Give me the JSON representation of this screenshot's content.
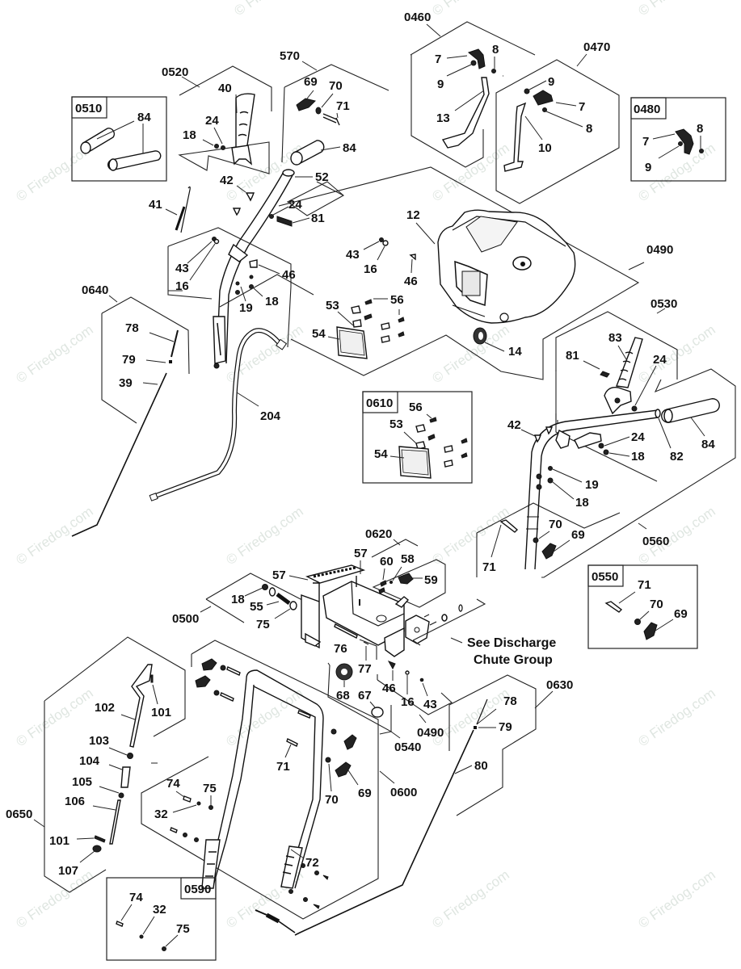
{
  "title": "Snow Thrower Handle, Controls & Light Assembly Parts Diagram",
  "watermark": "© Firedog.com",
  "note": {
    "line1": "See Discharge",
    "line2": "Chute Group"
  },
  "groups": [
    {
      "id": "0460",
      "boxed": false
    },
    {
      "id": "0470",
      "boxed": false
    },
    {
      "id": "0480",
      "boxed": true
    },
    {
      "id": "0490",
      "boxed": false
    },
    {
      "id": "0500",
      "boxed": false
    },
    {
      "id": "0510",
      "boxed": true
    },
    {
      "id": "0520",
      "boxed": false
    },
    {
      "id": "0530",
      "boxed": false
    },
    {
      "id": "0540",
      "boxed": false
    },
    {
      "id": "0550",
      "boxed": true
    },
    {
      "id": "0560",
      "boxed": false
    },
    {
      "id": "570",
      "boxed": false
    },
    {
      "id": "0590",
      "boxed": true
    },
    {
      "id": "0600",
      "boxed": false
    },
    {
      "id": "0610",
      "boxed": true
    },
    {
      "id": "0620",
      "boxed": false
    },
    {
      "id": "0630",
      "boxed": false
    },
    {
      "id": "0640",
      "boxed": false
    },
    {
      "id": "0650",
      "boxed": false
    },
    {
      "id": "0490b",
      "label": "0490",
      "boxed": false
    }
  ],
  "group_labels": {
    "g0460": "0460",
    "g0470": "0470",
    "g0480": "0480",
    "g0490": "0490",
    "g0490b": "0490",
    "g0500": "0500",
    "g0510": "0510",
    "g0520": "0520",
    "g0530": "0530",
    "g0540": "0540",
    "g0550": "0550",
    "g0560": "0560",
    "g570": "570",
    "g0590": "0590",
    "g0600": "0600",
    "g0610": "0610",
    "g0620": "0620",
    "g0630": "0630",
    "g0640": "0640",
    "g0650": "0650"
  },
  "callouts": {
    "c0460_7": "7",
    "c0460_8": "8",
    "c0460_9": "9",
    "c0460_13": "13",
    "c0470_9": "9",
    "c0470_7": "7",
    "c0470_8": "8",
    "c0470_10": "10",
    "c0480_8": "8",
    "c0480_7": "7",
    "c0480_9": "9",
    "c0510_84": "84",
    "c0520_40": "40",
    "c0520_24": "24",
    "c0520_18": "18",
    "c570_69": "69",
    "c570_70": "70",
    "c570_71": "71",
    "c570_84": "84",
    "c52": "52",
    "c42a": "42",
    "c41": "41",
    "c24a": "24",
    "c81a": "81",
    "c43a": "43",
    "c16a": "16",
    "c46a": "46",
    "c19a": "19",
    "c18a": "18",
    "c12": "12",
    "c43b": "43",
    "c16b": "16",
    "c46b": "46",
    "c53a": "53",
    "c56a": "56",
    "c54a": "54",
    "c14": "14",
    "c0640_78": "78",
    "c0640_79": "79",
    "c0640_39": "39",
    "c204": "204",
    "c0610_56": "56",
    "c0610_53": "53",
    "c0610_54": "54",
    "c0530_83": "83",
    "c0530_81": "81",
    "c0530_24": "24",
    "c42b": "42",
    "c24b": "24",
    "c18b": "18",
    "c82": "82",
    "c84b": "84",
    "c19b": "19",
    "c18c": "18",
    "c71a": "71",
    "c70a": "70",
    "c69a": "69",
    "c0550_71": "71",
    "c0550_70": "70",
    "c0550_69": "69",
    "c57a": "57",
    "c57b": "57",
    "c60": "60",
    "c58": "58",
    "c59": "59",
    "c18d": "18",
    "c55": "55",
    "c75a": "75",
    "c76": "76",
    "c77": "77",
    "c68": "68",
    "c67": "67",
    "c46c": "46",
    "c16c": "16",
    "c43c": "43",
    "c0630_78": "78",
    "c0630_79": "79",
    "c80": "80",
    "c102": "102",
    "c101a": "101",
    "c103": "103",
    "c104": "104",
    "c105": "105",
    "c106": "106",
    "c101b": "101",
    "c107": "107",
    "c74a": "74",
    "c75b": "75",
    "c32a": "32",
    "c71b": "71",
    "c70b": "70",
    "c69b": "69",
    "c72": "72",
    "c0590_74": "74",
    "c0590_32": "32",
    "c0590_75": "75"
  }
}
